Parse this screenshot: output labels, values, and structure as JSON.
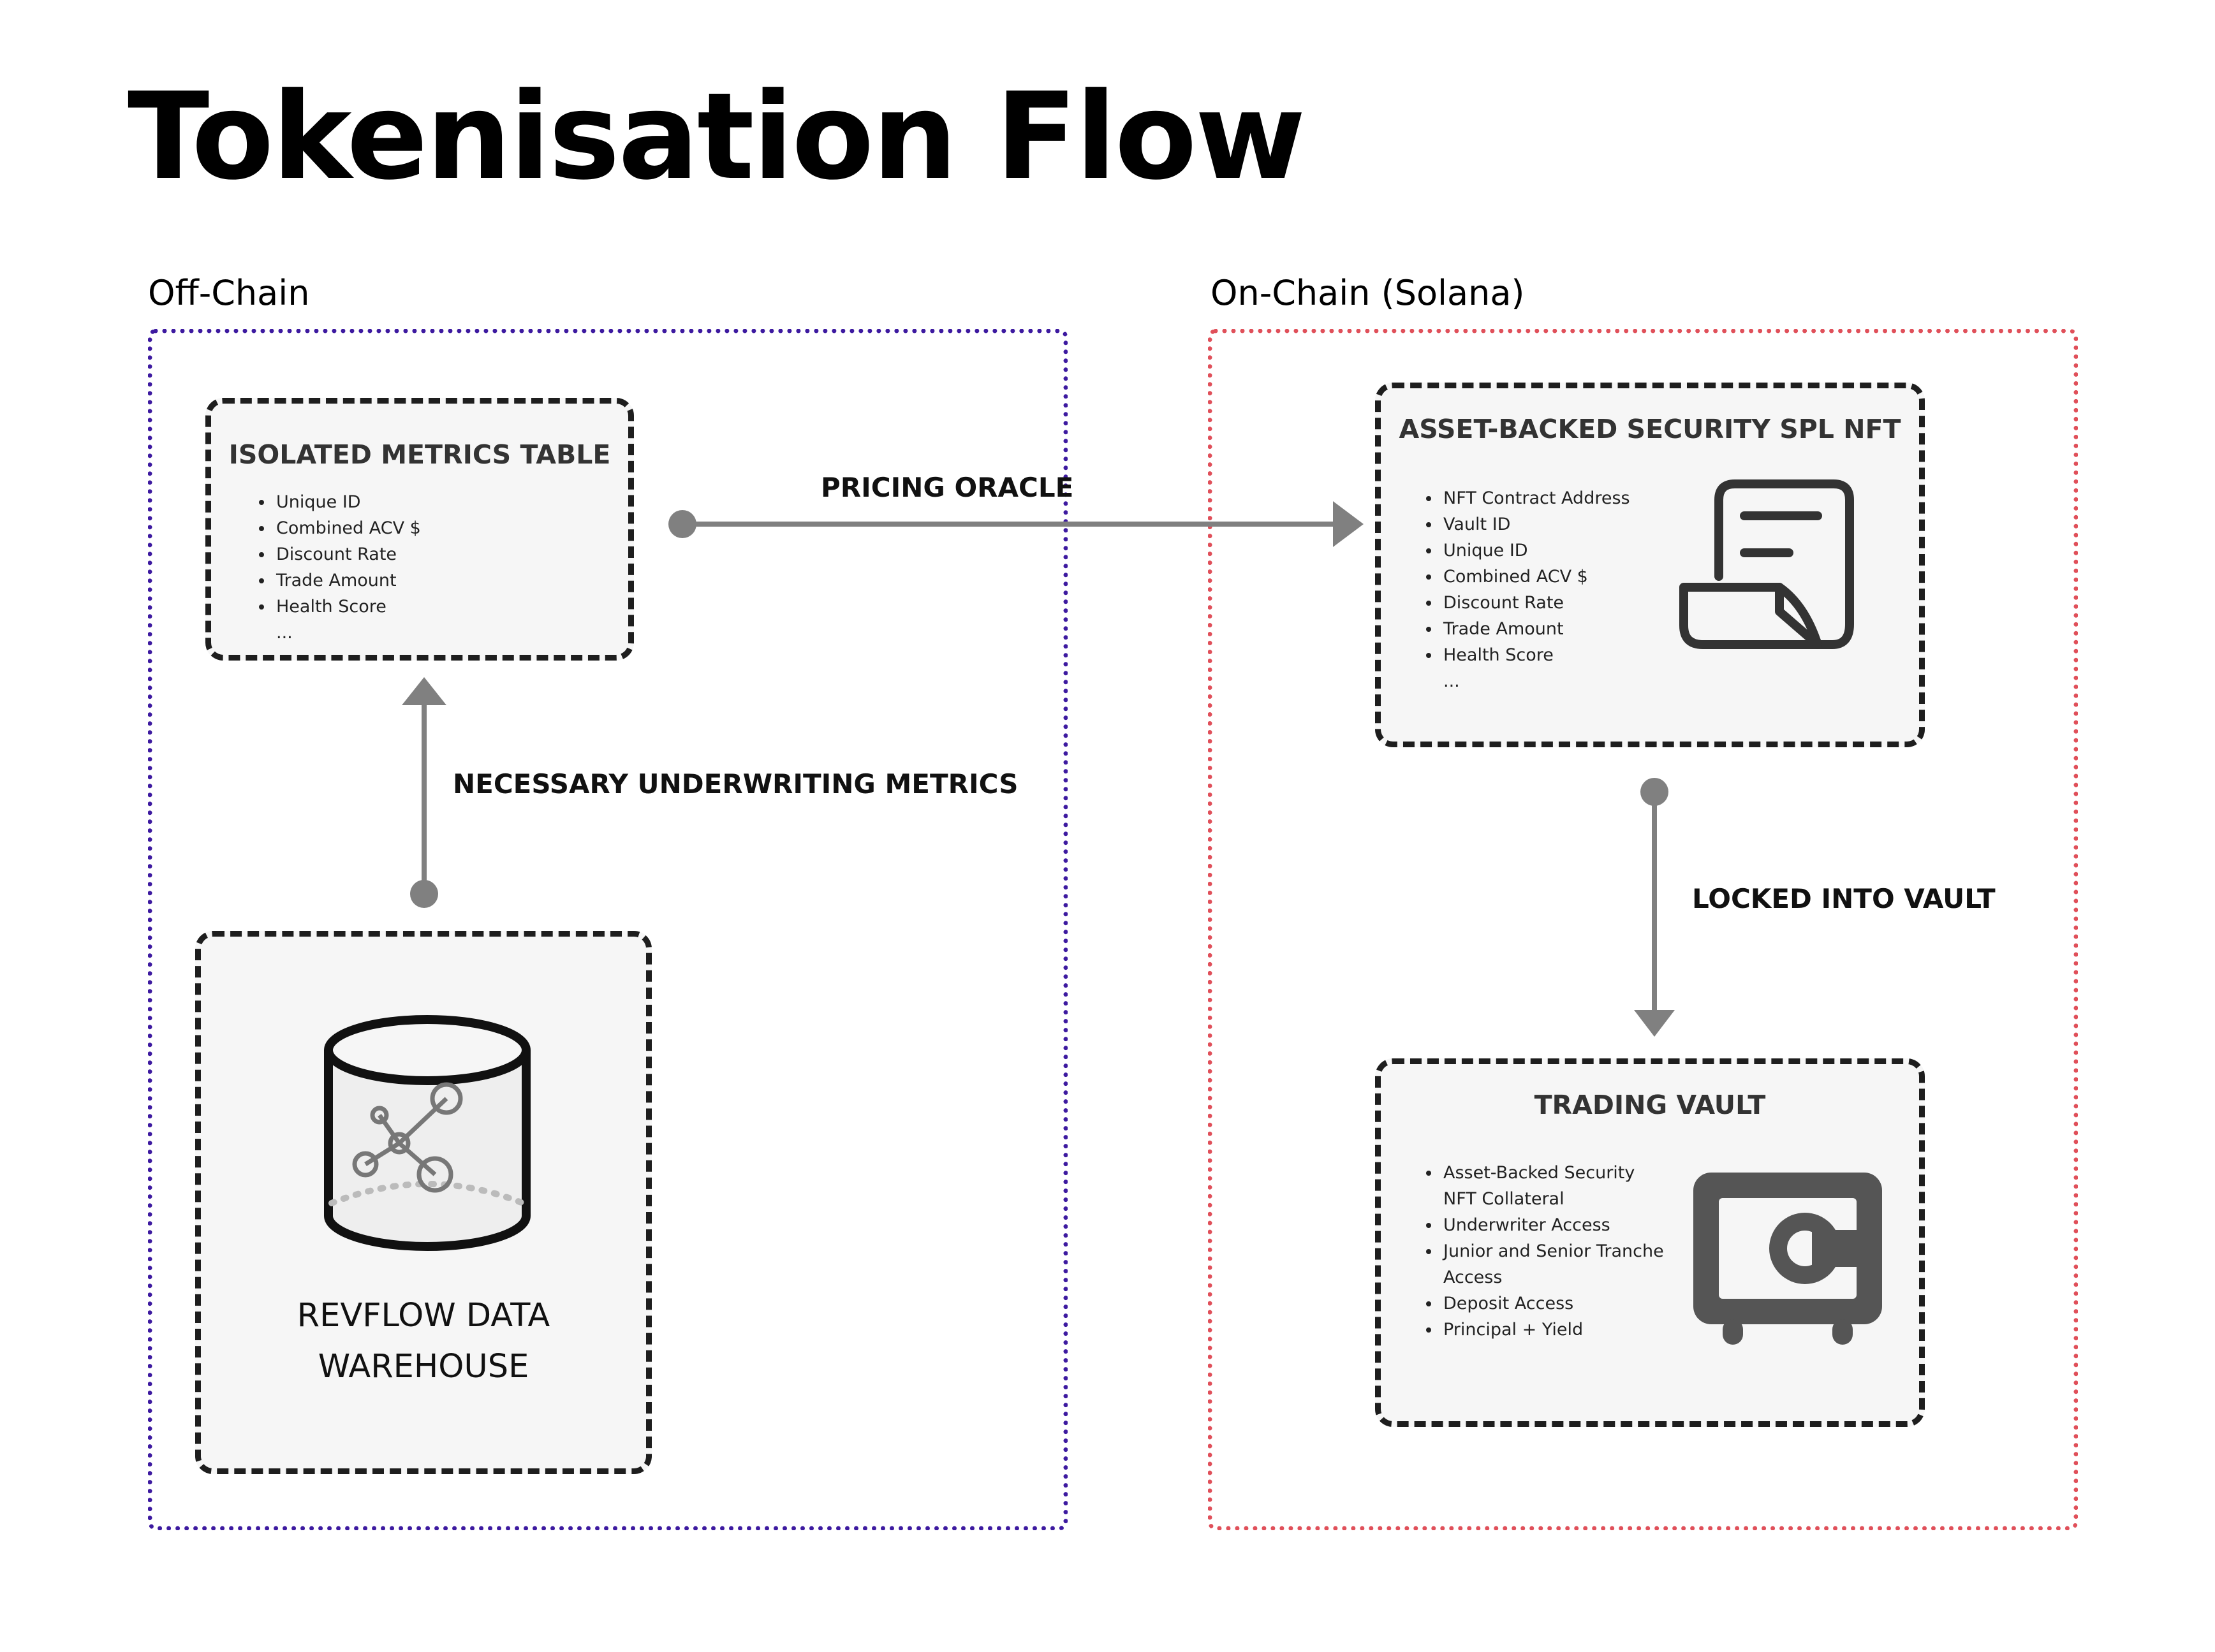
{
  "title": "Tokenisation Flow",
  "regions": {
    "off_chain": {
      "label": "Off-Chain",
      "border_color": "#3d1aa0"
    },
    "on_chain": {
      "label": "On-Chain (Solana)",
      "border_color": "#e0505a"
    }
  },
  "nodes": {
    "metrics_table": {
      "title": "ISOLATED METRICS TABLE",
      "items": [
        "Unique ID",
        "Combined ACV $",
        "Discount Rate",
        "Trade Amount",
        "Health Score"
      ],
      "more": "..."
    },
    "nft": {
      "title": "ASSET-BACKED SECURITY SPL NFT",
      "items": [
        "NFT Contract Address",
        "Vault ID",
        "Unique ID",
        "Combined ACV $",
        "Discount Rate",
        "Trade Amount",
        "Health Score"
      ],
      "more": "...",
      "icon": "document-icon"
    },
    "vault": {
      "title": "TRADING VAULT",
      "items": [
        "Asset-Backed Security NFT Collateral",
        "Underwriter Access",
        "Junior and Senior Tranche Access",
        "Deposit Access",
        "Principal + Yield"
      ],
      "icon": "safe-icon"
    },
    "warehouse": {
      "title": "REVFLOW DATA WAREHOUSE",
      "icon": "database-icon"
    }
  },
  "edges": {
    "pricing_oracle": "PRICING ORACLE",
    "underwriting": "NECESSARY UNDERWRITING METRICS",
    "locked": "LOCKED INTO VAULT"
  },
  "colors": {
    "edge": "#808080",
    "card_fill": "#f6f6f6",
    "card_border": "#1e1e1e"
  }
}
